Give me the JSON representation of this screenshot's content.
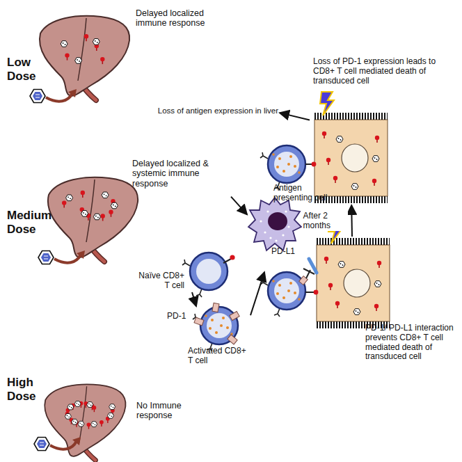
{
  "diagram": {
    "nodes": [
      {
        "text": [
          "Low Dose",
          "Delayed localized immune response"
        ]
      },
      {
        "text": [
          "Medium Dose",
          "Delayed localized & systemic immune response"
        ]
      },
      {
        "text": [
          "High Dose",
          "No Immune response"
        ]
      },
      {
        "text": [
          "Antigen presenting cell"
        ]
      },
      {
        "text": [
          "Naïve CD8+ T cell"
        ]
      },
      {
        "text": [
          "PD-1",
          "Activated CD8+ T cell"
        ]
      },
      {
        "text": [
          "PD-L1",
          "PD-1/ PD-L1 interaction prevents CD8+ T cell mediated death of transduced cell"
        ]
      },
      {
        "text": [
          "Loss of PD-1 expression leads to CD8+ T cell mediated death of transduced cell"
        ]
      },
      {
        "text": [
          "Loss of antigen expression in liver"
        ]
      }
    ],
    "edges": [
      {
        "from": 1,
        "to": 3,
        "arrow": "to"
      },
      {
        "from": 4,
        "to": 5,
        "arrow": "to"
      },
      {
        "from": 5,
        "to": 6,
        "arrow": "to"
      },
      {
        "from": 6,
        "to": 7,
        "label": "After 2 months",
        "arrow": "to"
      },
      {
        "from": 7,
        "to": 8,
        "arrow": "to"
      }
    ]
  }
}
